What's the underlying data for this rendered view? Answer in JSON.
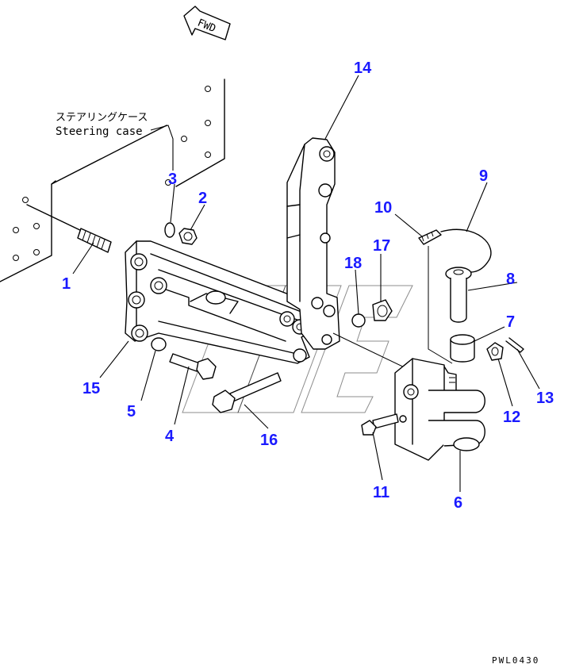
{
  "diagram": {
    "fwd_label": "FWD",
    "steering_case_jp": "ステアリングケース",
    "steering_case_en": "Steering case",
    "drawing_code": "PWL0430",
    "callout_color": "#1a1aff",
    "callouts": [
      {
        "id": "c1",
        "label": "1"
      },
      {
        "id": "c2",
        "label": "2"
      },
      {
        "id": "c3",
        "label": "3"
      },
      {
        "id": "c4",
        "label": "4"
      },
      {
        "id": "c5",
        "label": "5"
      },
      {
        "id": "c6",
        "label": "6"
      },
      {
        "id": "c7",
        "label": "7"
      },
      {
        "id": "c8",
        "label": "8"
      },
      {
        "id": "c9",
        "label": "9"
      },
      {
        "id": "c10",
        "label": "10"
      },
      {
        "id": "c11",
        "label": "11"
      },
      {
        "id": "c12",
        "label": "12"
      },
      {
        "id": "c13",
        "label": "13"
      },
      {
        "id": "c14",
        "label": "14"
      },
      {
        "id": "c15",
        "label": "15"
      },
      {
        "id": "c16",
        "label": "16"
      },
      {
        "id": "c17",
        "label": "17"
      },
      {
        "id": "c18",
        "label": "18"
      }
    ]
  }
}
